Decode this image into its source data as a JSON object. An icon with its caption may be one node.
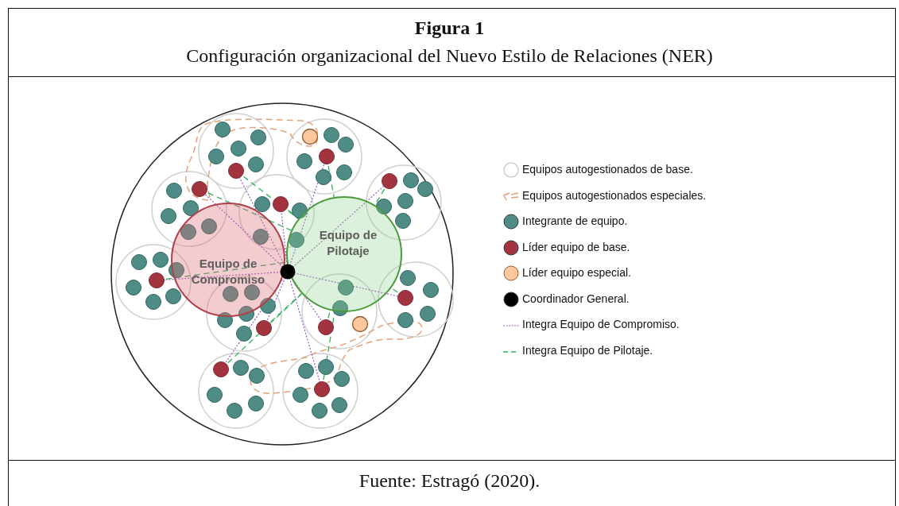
{
  "diagram": {
    "title": "Figura 1",
    "caption": "Fuente: Estragó (2020).",
    "nodes": [
      {
        "text": [
          "Equipo de Compromiso"
        ]
      },
      {
        "text": [
          "Equipo de Pilotaje"
        ]
      }
    ],
    "edges": [],
    "labels": [
      "Configuración organizacional del Nuevo Estilo de Relaciones (NER)"
    ],
    "legend": [
      {
        "text": "Equipos autogestionados de base."
      },
      {
        "text": "Equipos autogestionados especiales."
      },
      {
        "text": "Integrante de equipo.",
        "color": "#4f8c86"
      },
      {
        "text": "Líder equipo de base.",
        "color": "#a3343f"
      },
      {
        "text": "Líder equipo especial.",
        "color": "#fdc79e"
      },
      {
        "text": "Coordinador General.",
        "color": "#000000"
      },
      {
        "text": "Integra Equipo de Compromiso."
      },
      {
        "text": "Integra Equipo de Pilotaje."
      }
    ]
  }
}
